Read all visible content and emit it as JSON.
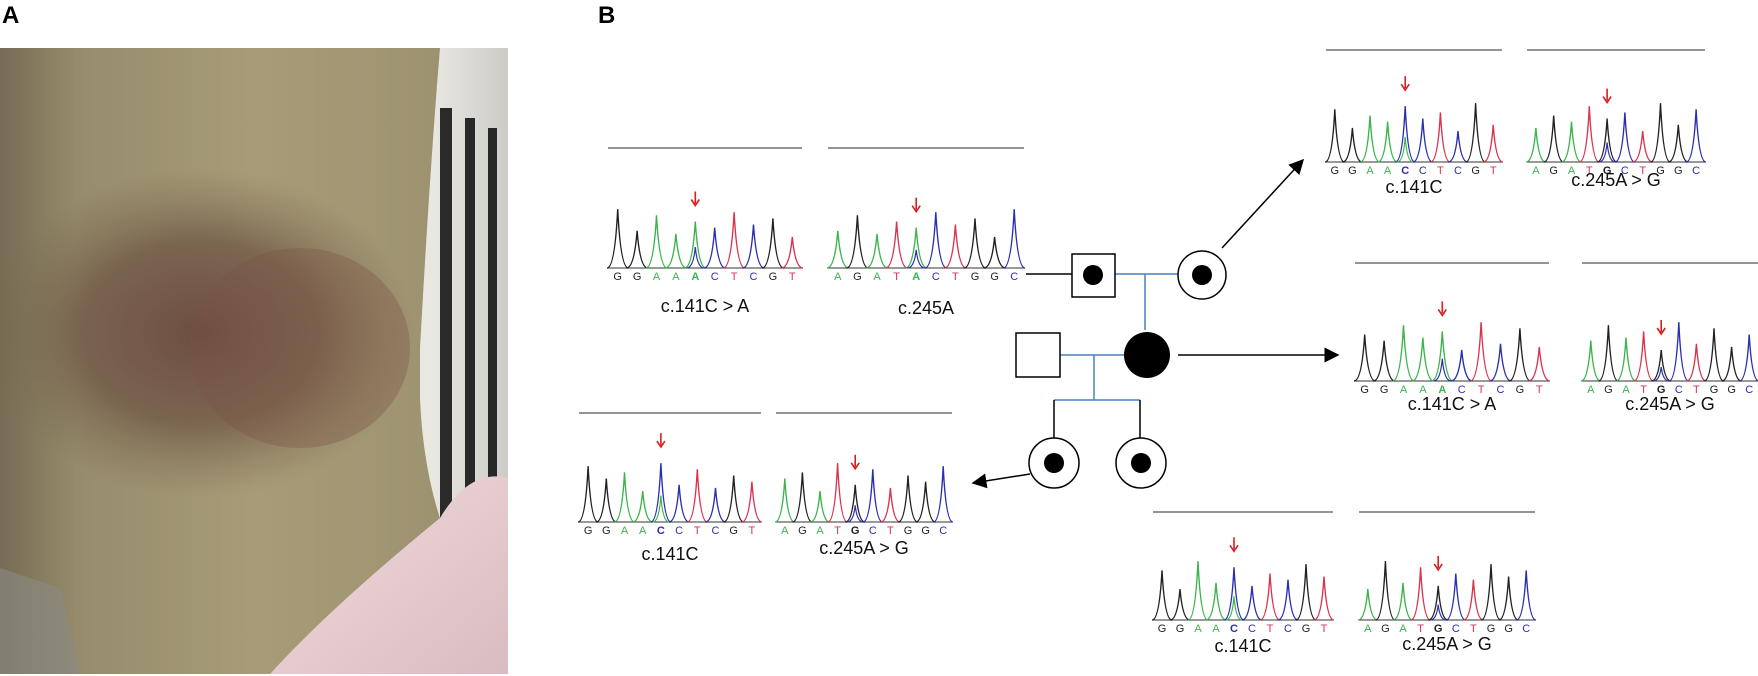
{
  "panels": {
    "a": "A",
    "b": "B"
  },
  "colors": {
    "A": "#3cb44b",
    "C": "#2a2fae",
    "G": "#222222",
    "T": "#d9344f",
    "arrow": "#d81e1e",
    "pedigree_line": "#4a7fc1"
  },
  "chromatograms": [
    {
      "seq": [
        "G",
        "G",
        "A",
        "A",
        "A",
        "C",
        "T",
        "C",
        "G",
        "T"
      ],
      "highlight": 4,
      "caption": "c.141C > A"
    },
    {
      "seq": [
        "A",
        "G",
        "A",
        "T",
        "A",
        "C",
        "T",
        "G",
        "G",
        "C"
      ],
      "highlight": 4,
      "caption": "c.245A"
    },
    {
      "seq": [
        "G",
        "G",
        "A",
        "A",
        "C",
        "C",
        "T",
        "C",
        "G",
        "T"
      ],
      "highlight": 4,
      "caption": "c.141C"
    },
    {
      "seq": [
        "A",
        "G",
        "A",
        "T",
        "G",
        "C",
        "T",
        "G",
        "G",
        "C"
      ],
      "highlight": 4,
      "caption": "c.245A > G"
    },
    {
      "seq": [
        "G",
        "G",
        "A",
        "A",
        "A",
        "C",
        "T",
        "C",
        "G",
        "T"
      ],
      "highlight": 4,
      "caption": "c.141C > A"
    },
    {
      "seq": [
        "A",
        "G",
        "A",
        "T",
        "G",
        "C",
        "T",
        "G",
        "G",
        "C"
      ],
      "highlight": 4,
      "caption": "c.245A > G"
    },
    {
      "seq": [
        "G",
        "G",
        "A",
        "A",
        "C",
        "C",
        "T",
        "C",
        "G",
        "T"
      ],
      "highlight": 4,
      "caption": "c.141C"
    },
    {
      "seq": [
        "A",
        "G",
        "A",
        "T",
        "G",
        "C",
        "T",
        "G",
        "G",
        "C"
      ],
      "highlight": 4,
      "caption": "c.245A > G"
    },
    {
      "seq": [
        "G",
        "G",
        "A",
        "A",
        "C",
        "C",
        "T",
        "C",
        "G",
        "T"
      ],
      "highlight": 4,
      "caption": "c.141C"
    },
    {
      "seq": [
        "A",
        "G",
        "A",
        "T",
        "G",
        "C",
        "T",
        "G",
        "G",
        "C"
      ],
      "highlight": 4,
      "caption": "c.245A > G"
    }
  ]
}
